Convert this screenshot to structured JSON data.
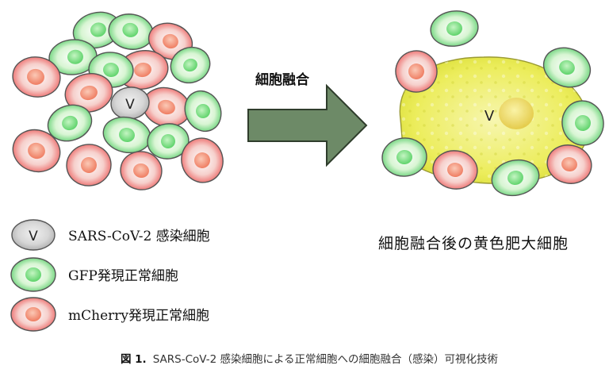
{
  "diagram": {
    "process_label": "細胞融合",
    "virus_mark": "V",
    "result_label": "細胞融合後の黄色肥大細胞",
    "legend": [
      {
        "label": "SARS-CoV-2 感染細胞",
        "mark": "V"
      },
      {
        "label": "GFP発現正常細胞"
      },
      {
        "label": "mCherry発現正常細胞"
      }
    ],
    "caption": {
      "figure_number": "図 1.",
      "text": "SARS-CoV-2 感染細胞による正常細胞への細胞融合（感染）可視化技術"
    }
  },
  "colors": {
    "gfp_cell": "#43c759",
    "gfp_nucleus": "#8ee895",
    "mcherry_cell": "#ea4a4a",
    "mcherry_nucleus": "#f59a7c",
    "infected_cell": "#bdbdbd",
    "fused_cell": "#e7ec3c",
    "arrow": "#6d8a67"
  }
}
